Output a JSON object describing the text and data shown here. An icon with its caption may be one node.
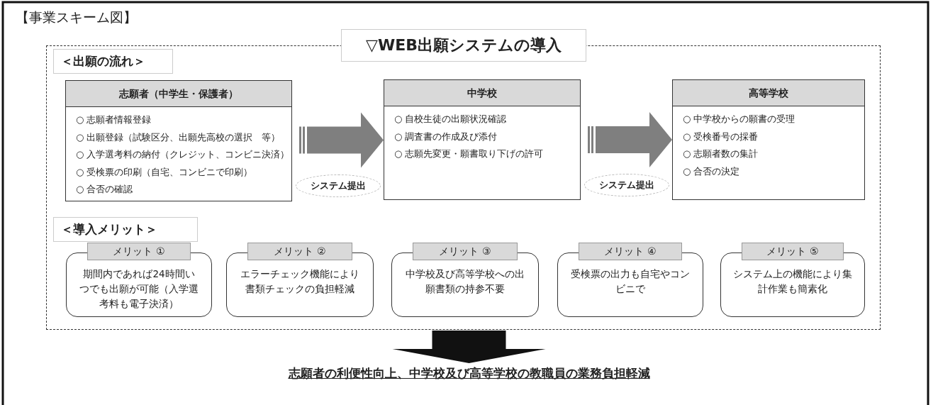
{
  "diagram": {
    "title": "【事業スキーム図】",
    "nodes": [
      {
        "text": [
          "▽WEB出願システムの導入"
        ]
      },
      {
        "text": [
          "＜出願の流れ＞"
        ],
        "in": 0
      },
      {
        "text": [
          "志願者（中学生・保護者）",
          "○ 志願者情報登録",
          "○ 出願登録（試験区分、出願先高校の選択　等）",
          "○ 入学選考料の納付（クレジット、コンビニ決済）",
          "○ 受検票の印刷（自宅、コンビニで印刷）",
          "○ 合否の確認"
        ],
        "in": 0
      },
      {
        "text": [
          "中学校",
          "○ 自校生徒の出願状況確認",
          "○ 調査書の作成及び添付",
          "○ 志願先変更・願書取り下げの許可"
        ],
        "in": 0
      },
      {
        "text": [
          "高等学校",
          "○ 中学校からの願書の受理",
          "○ 受検番号の採番",
          "○ 志願者数の集計",
          "○ 合否の決定"
        ],
        "in": 0
      },
      {
        "text": [
          "＜導入メリット＞"
        ],
        "in": 0
      },
      {
        "text": [
          "メリット ①",
          "期間内であれば24時間いつでも出願が可能（入学選考料も電子決済）"
        ],
        "in": 0
      },
      {
        "text": [
          "メリット ②",
          "エラーチェック機能により書類チェックの負担軽減"
        ],
        "in": 0
      },
      {
        "text": [
          "メリット ③",
          "中学校及び高等学校への出願書類の持参不要"
        ],
        "in": 0
      },
      {
        "text": [
          "メリット ④",
          "受検票の出力も自宅やコンビニで"
        ],
        "in": 0
      },
      {
        "text": [
          "メリット ⑤",
          "システム上の機能により集計作業も簡素化"
        ],
        "in": 0
      },
      {
        "text": [
          "志願者の利便性向上、中学校及び高等学校の教職員の業務負担軽減"
        ]
      }
    ],
    "edges": [
      {
        "from": 2,
        "to": 3,
        "arrow": "to",
        "label": "システム提出"
      },
      {
        "from": 3,
        "to": 4,
        "arrow": "to",
        "label": "システム提出"
      },
      {
        "from": 0,
        "to": 11,
        "arrow": "to",
        "color": "#111111"
      }
    ]
  }
}
